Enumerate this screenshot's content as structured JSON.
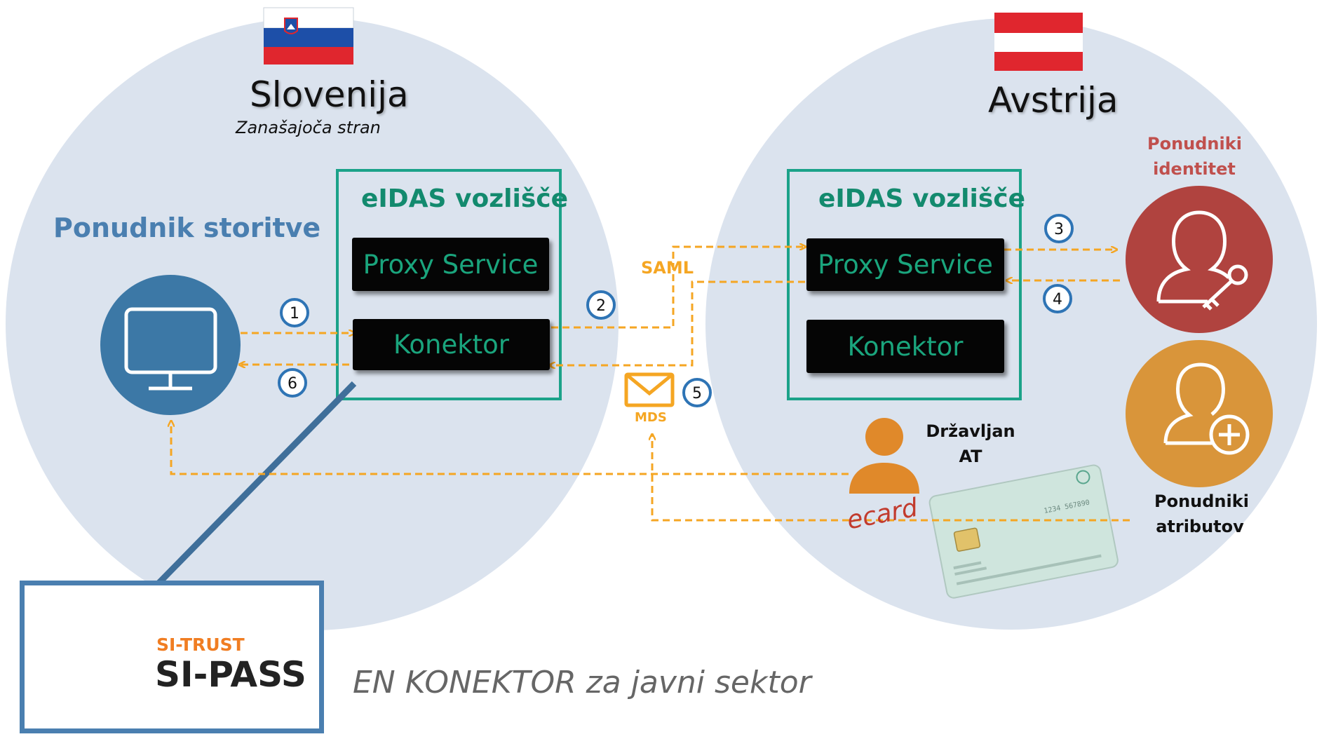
{
  "countries": {
    "left": {
      "name": "Slovenija",
      "subtitle": "Zanašajoča stran"
    },
    "right": {
      "name": "Avstrija"
    }
  },
  "service_provider": {
    "label": "Ponudnik storitve"
  },
  "nodes": {
    "left": {
      "title": "eIDAS vozlišče",
      "proxy": "Proxy Service",
      "connector": "Konektor"
    },
    "right": {
      "title": "eIDAS vozlišče",
      "proxy": "Proxy Service",
      "connector": "Konektor"
    }
  },
  "steps": [
    "1",
    "2",
    "3",
    "4",
    "5",
    "6"
  ],
  "protocol_label": "SAML",
  "metadata_label": "MDS",
  "identity_provider": {
    "line1": "Ponudniki",
    "line2": "identitet"
  },
  "citizen": {
    "line1": "Državljan",
    "line2": "AT"
  },
  "attribute_provider": {
    "line1": "Ponudniki",
    "line2": "atributov"
  },
  "ecard": {
    "brand": "ecard",
    "number": "1234 567890"
  },
  "logo": {
    "small": "SI-TRUST",
    "large": "SI-PASS"
  },
  "footer": "EN KONEKTOR za javni sektor",
  "colors": {
    "circle": "#dbe3ee",
    "accent_green": "#138a6e",
    "service_text": "#1aa57d",
    "arrow_orange": "#f5a623",
    "blue": "#4a7fb0",
    "red_provider": "#b0433f",
    "orange_provider": "#d9953a",
    "citizen": "#e0892a"
  }
}
